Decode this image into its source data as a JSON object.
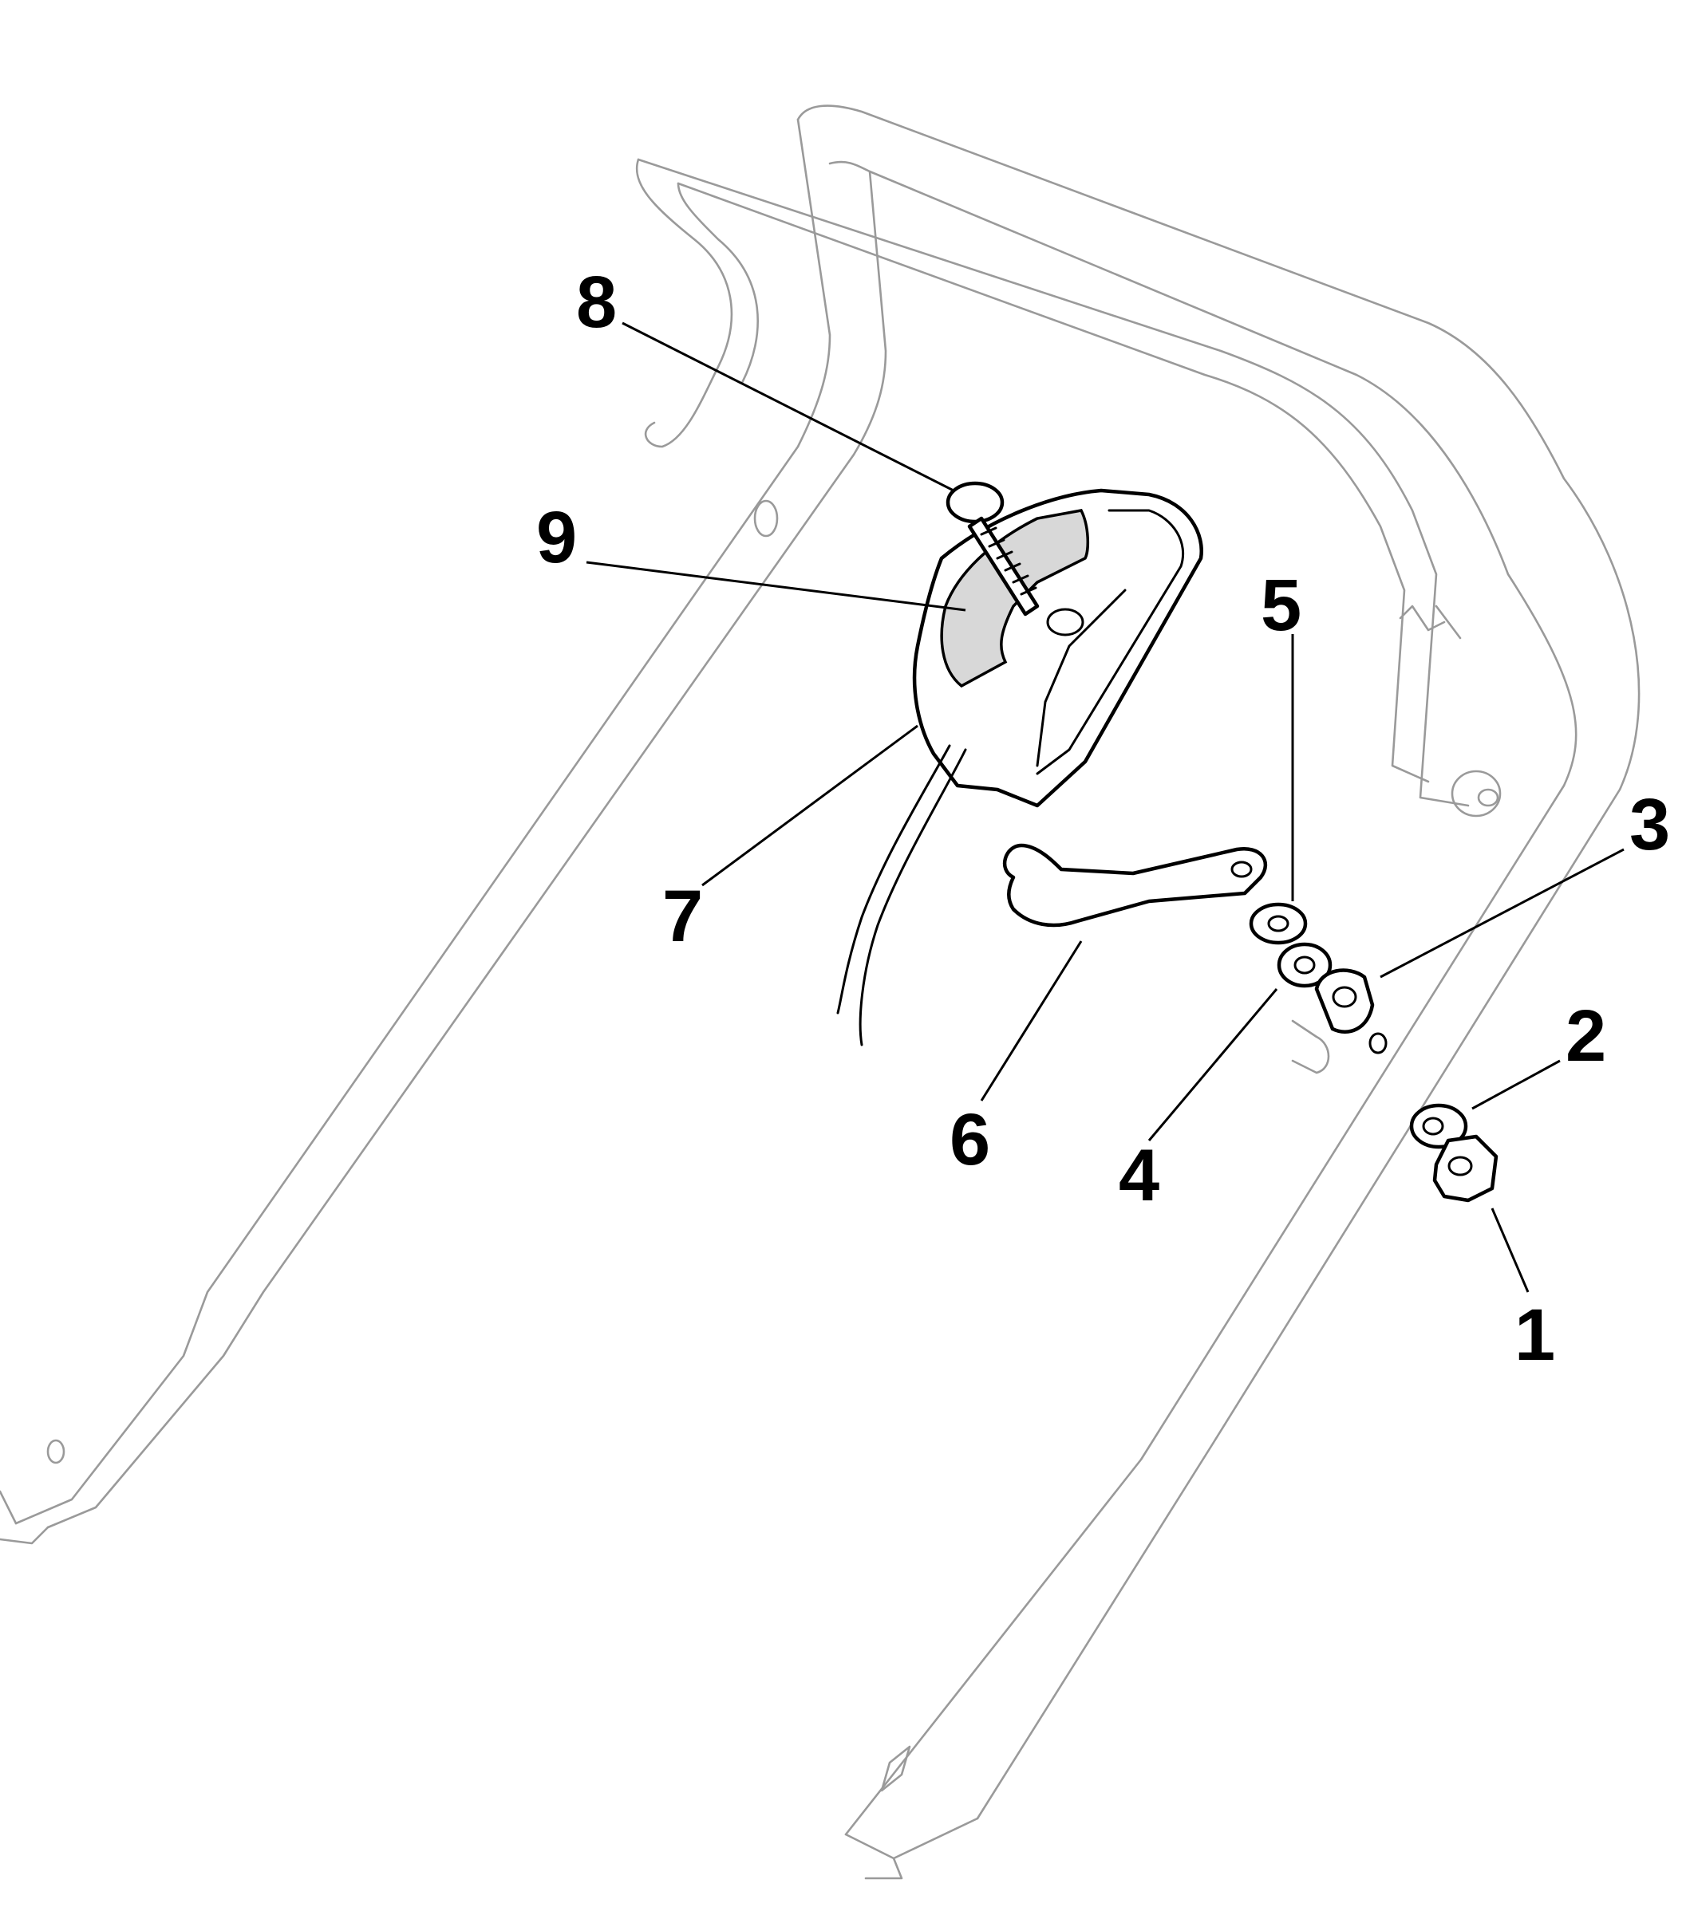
{
  "diagram": {
    "callouts": [
      {
        "id": "1",
        "label": "1"
      },
      {
        "id": "2",
        "label": "2"
      },
      {
        "id": "3",
        "label": "3"
      },
      {
        "id": "4",
        "label": "4"
      },
      {
        "id": "5",
        "label": "5"
      },
      {
        "id": "6",
        "label": "6"
      },
      {
        "id": "7",
        "label": "7"
      },
      {
        "id": "8",
        "label": "8"
      },
      {
        "id": "9",
        "label": "9"
      }
    ],
    "colors": {
      "parts": "#000000",
      "background_frame": "#9a9a9a",
      "fill_grey": "#d8d8d8"
    }
  }
}
